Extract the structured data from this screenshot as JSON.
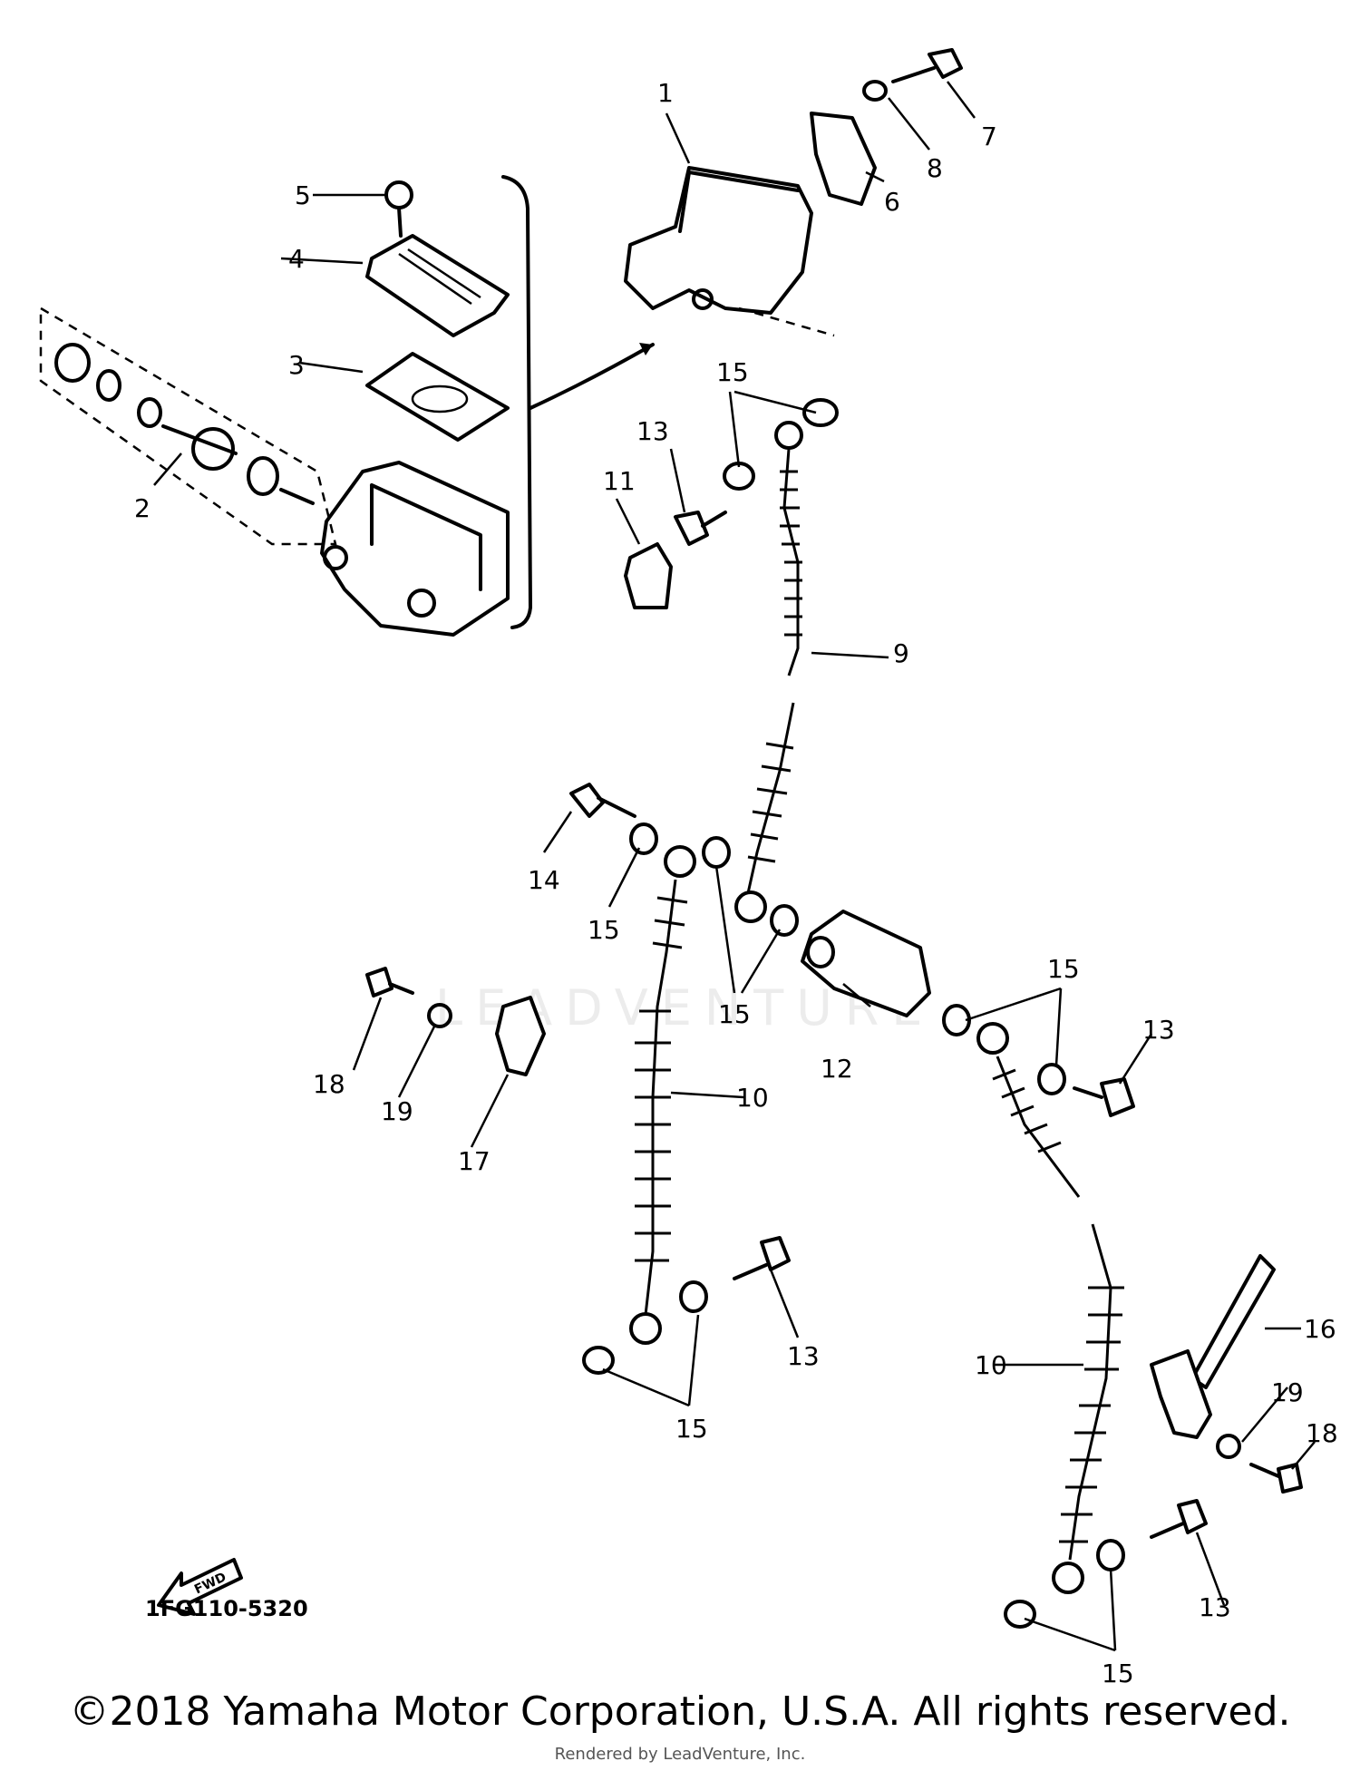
{
  "diagram": {
    "code": "1FG110-5320",
    "watermark": "LEADVENTURE",
    "fwd_label": "FWD",
    "callouts": [
      "1",
      "2",
      "3",
      "4",
      "5",
      "6",
      "7",
      "8",
      "9",
      "10",
      "10",
      "11",
      "12",
      "13",
      "13",
      "13",
      "13",
      "14",
      "15",
      "15",
      "15",
      "15",
      "15",
      "15",
      "15",
      "16",
      "17",
      "18",
      "18",
      "19",
      "19"
    ]
  },
  "footer": {
    "copyright": "©2018 Yamaha Motor Corporation, U.S.A. All rights reserved.",
    "rendered_by": "Rendered by LeadVenture, Inc."
  }
}
